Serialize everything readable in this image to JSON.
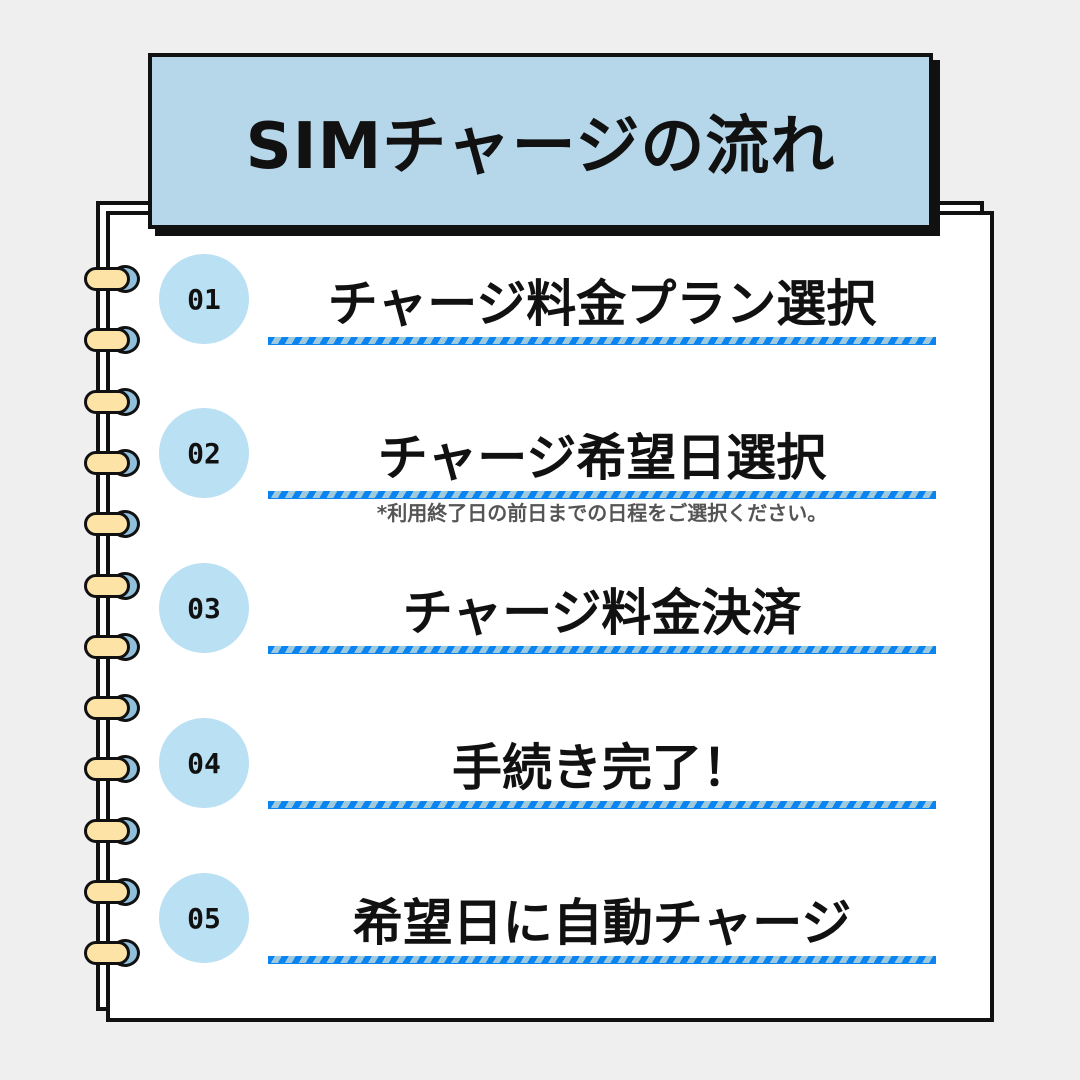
{
  "header": {
    "title": "SIMチャージの流れ"
  },
  "steps": [
    {
      "number": "01",
      "label": "チャージ料金プラン選択"
    },
    {
      "number": "02",
      "label": "チャージ希望日選択"
    },
    {
      "number": "03",
      "label": "チャージ料金決済"
    },
    {
      "number": "04",
      "label": "手続き完了！"
    },
    {
      "number": "05",
      "label": "希望日に自動チャージ"
    }
  ],
  "note": "*利用終了日の前日までの日程をご選択ください。"
}
